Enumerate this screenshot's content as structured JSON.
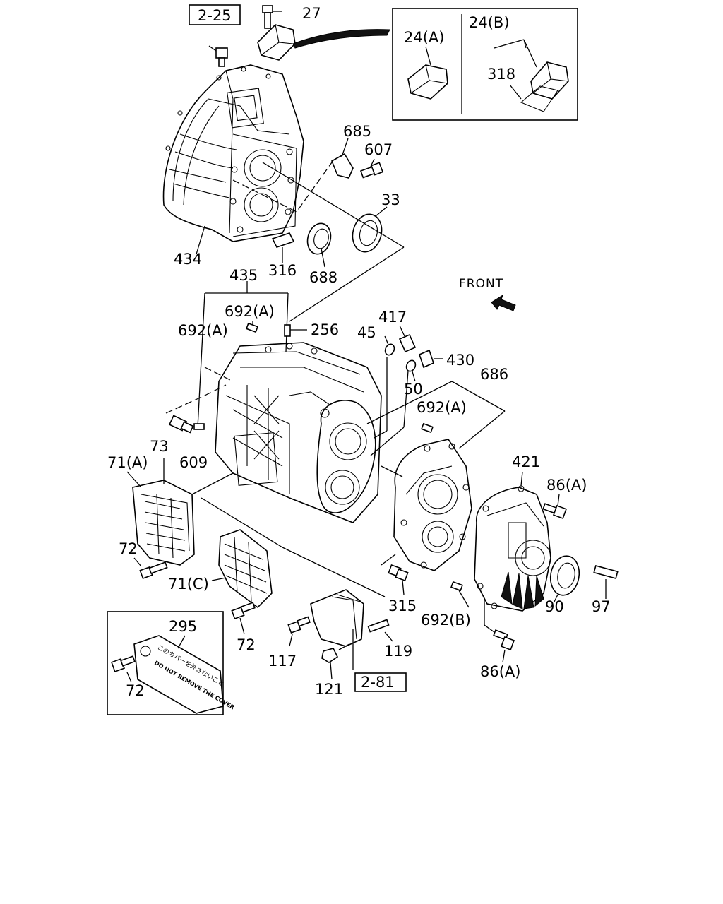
{
  "labels": {
    "ref_2_25": "2-25",
    "p27": "27",
    "p24a": "24(A)",
    "p24b": "24(B)",
    "p318": "318",
    "p685": "685",
    "p607": "607",
    "p33": "33",
    "p434": "434",
    "p316": "316",
    "p688": "688",
    "p435": "435",
    "p692a_1": "692(A)",
    "p692a_2": "692(A)",
    "p256": "256",
    "p417": "417",
    "p45": "45",
    "p430": "430",
    "p50": "50",
    "p686": "686",
    "p692a_3": "692(A)",
    "front": "FRONT",
    "p73": "73",
    "p71a": "71(A)",
    "p609": "609",
    "p421": "421",
    "p86a_1": "86(A)",
    "p72_1": "72",
    "p71c": "71(C)",
    "p315": "315",
    "p90": "90",
    "p97": "97",
    "p692b": "692(B)",
    "p72_2": "72",
    "p117": "117",
    "p119": "119",
    "p295": "295",
    "p72_3": "72",
    "p121": "121",
    "ref_2_81": "2-81",
    "p86a_2": "86(A)"
  },
  "warning_plate": {
    "line1": "このカバーを外さないこと",
    "line2": "DO NOT REMOVE THE COVER"
  }
}
